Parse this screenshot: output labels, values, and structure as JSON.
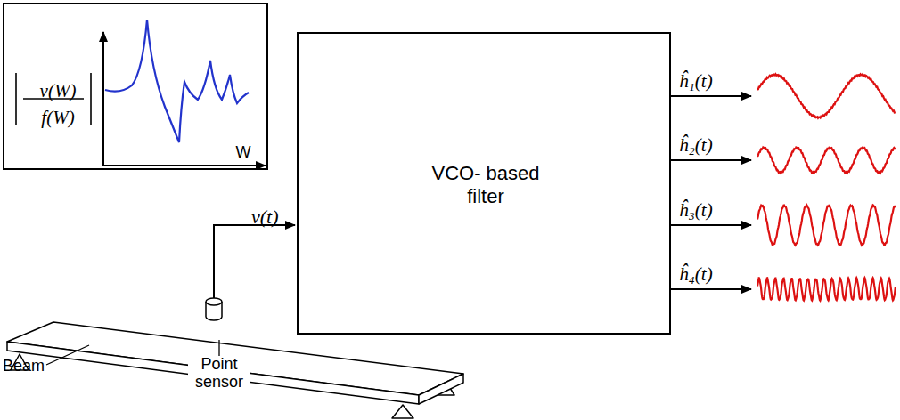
{
  "diagram": {
    "nodes": [
      {
        "text": [
          "v(W)",
          "f(W)",
          "W"
        ]
      },
      {
        "text": [
          "VCO- based filter"
        ]
      }
    ],
    "labels": [
      "v(t)",
      "ĥ₁(t)",
      "ĥ₂(t)",
      "ĥ₃(t)",
      "ĥ₄(t)",
      "Beam",
      "Point sensor"
    ]
  }
}
